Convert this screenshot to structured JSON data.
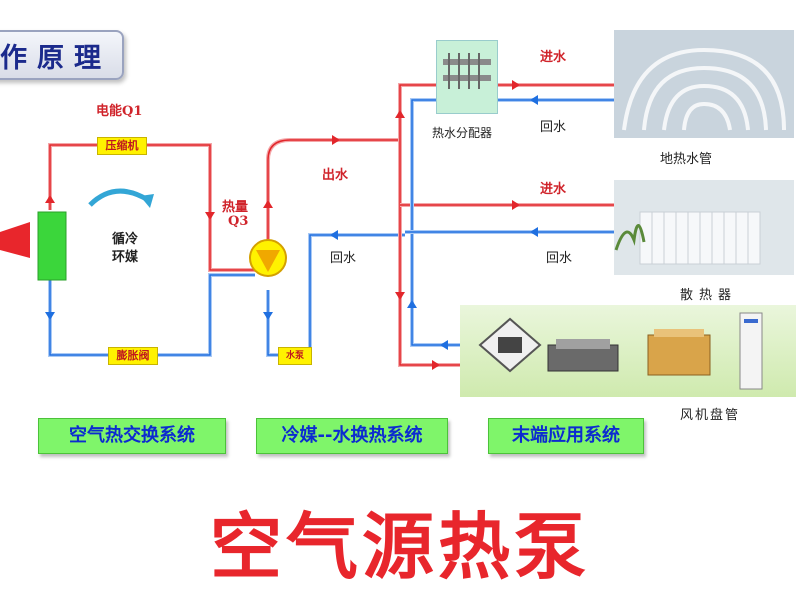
{
  "header": {
    "title_fragment": "作原理"
  },
  "labels": {
    "power": "电能Q1",
    "compressor": "压缩机",
    "circulation_line1": "循冷",
    "circulation_line2": "环媒",
    "expansion_valve": "膨胀阀",
    "heat_q3_line1": "热量",
    "heat_q3_line2": "Q3",
    "outlet_water": "出水",
    "return_water_mid": "回水",
    "water_pump": "水泵",
    "distributor": "热水分配器",
    "inlet_water_top": "进水",
    "return_water_top": "回水",
    "floor_heating": "地热水管",
    "inlet_water_mid": "进水",
    "return_water_rad": "回水",
    "radiator": "散热器",
    "fan_coil": "风机盘管"
  },
  "systems": {
    "air": "空气热交换系统",
    "refrigerant": "冷媒--水换热系统",
    "terminal": "末端应用系统"
  },
  "main_title": "空气源热泵",
  "colors": {
    "hot": "#e2262b",
    "cold": "#1f6fe0",
    "system_box": "#7ff56a",
    "system_text": "#0c2bd0",
    "title": "#e8262c"
  }
}
